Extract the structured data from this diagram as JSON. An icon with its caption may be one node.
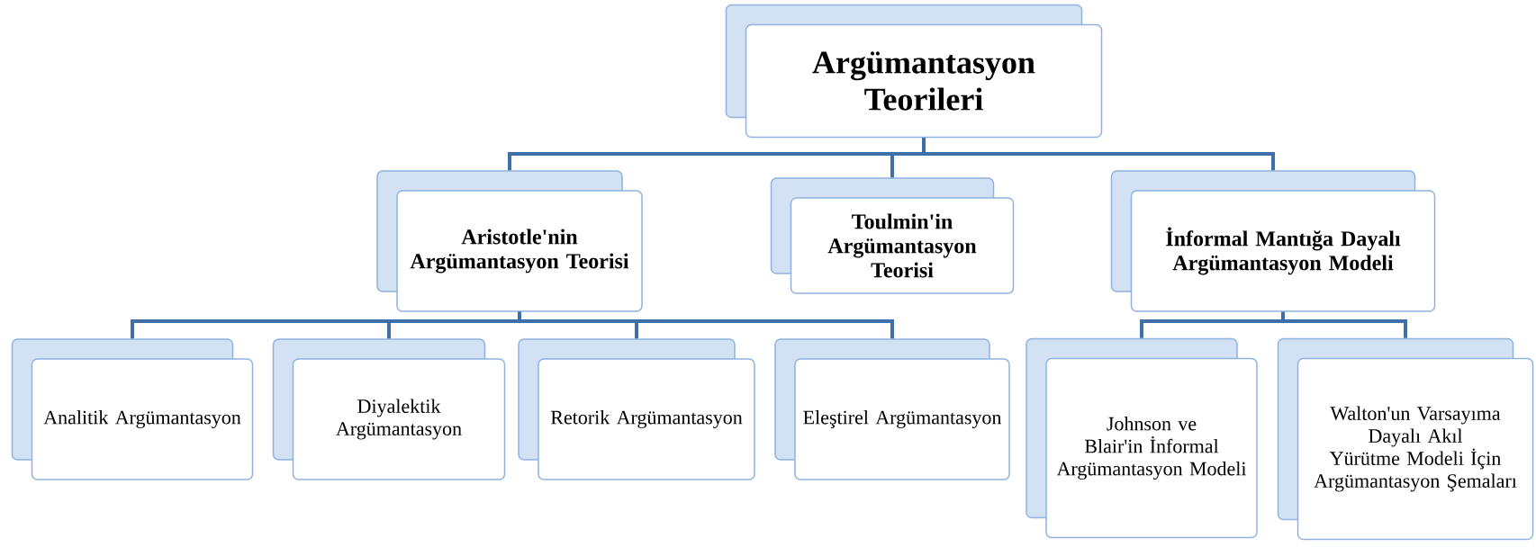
{
  "diagram": {
    "nodes": [
      {
        "text": [
          "Argümantasyon Teorileri"
        ]
      },
      {
        "text": [
          "Aristotle'nin Argümantasyon Teorisi"
        ]
      },
      {
        "text": [
          "Toulmin'in Argümantasyon Teorisi"
        ]
      },
      {
        "text": [
          "İnformal Mantığa Dayalı Argümantasyon Modeli"
        ]
      },
      {
        "text": [
          "Analitik Argümantasyon"
        ]
      },
      {
        "text": [
          "Diyalektik Argümantasyon"
        ]
      },
      {
        "text": [
          "Retorik Argümantasyon"
        ]
      },
      {
        "text": [
          "Eleştirel Argümantasyon"
        ]
      },
      {
        "text": [
          "Johnson ve Blair'in İnformal Argümantasyon Modeli"
        ]
      },
      {
        "text": [
          "Walton'un Varsayıma Dayalı Akıl Yürütme Modeli İçin Argümantasyon Şemaları"
        ]
      }
    ],
    "edges": [
      {
        "from": 0,
        "to": 1,
        "arrow": "none"
      },
      {
        "from": 0,
        "to": 2,
        "arrow": "none"
      },
      {
        "from": 0,
        "to": 3,
        "arrow": "none"
      },
      {
        "from": 1,
        "to": 4,
        "arrow": "none"
      },
      {
        "from": 1,
        "to": 5,
        "arrow": "none"
      },
      {
        "from": 1,
        "to": 6,
        "arrow": "none"
      },
      {
        "from": 1,
        "to": 7,
        "arrow": "none"
      },
      {
        "from": 3,
        "to": 8,
        "arrow": "none"
      },
      {
        "from": 3,
        "to": 9,
        "arrow": "none"
      }
    ]
  }
}
